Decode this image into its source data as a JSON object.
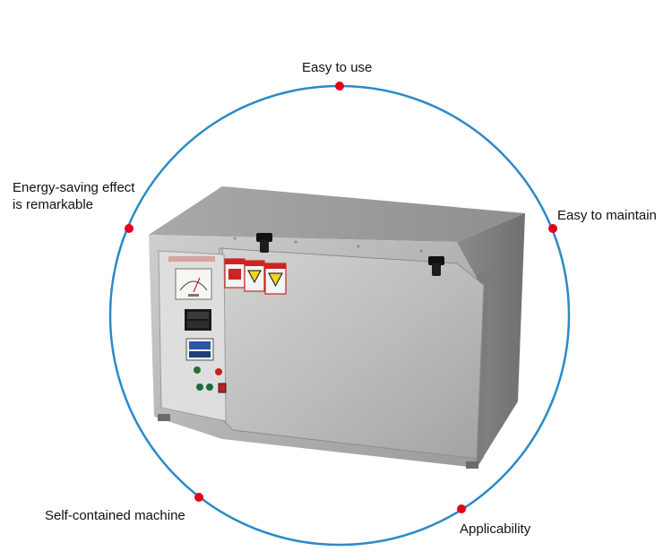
{
  "features": {
    "top": "Easy to use",
    "right": "Easy to maintain",
    "left_line1": "Energy-saving effect",
    "left_line2": "is remarkable",
    "bottom_left": "Self-contained machine",
    "bottom_right": "Applicability"
  },
  "colors": {
    "ring": "#2b8ac7",
    "dot": "#e3001b",
    "steel": "#b9b9b7"
  },
  "icons": {
    "machine": "test-chamber-illustration",
    "warning": "warning-triangle-icon"
  }
}
